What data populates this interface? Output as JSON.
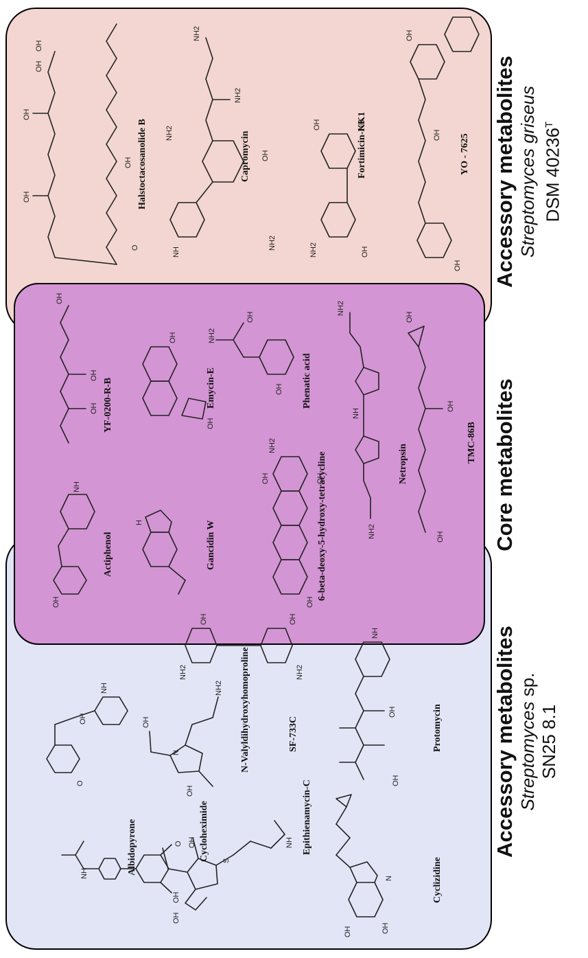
{
  "groups": {
    "left": {
      "title": "Accessory metabolites",
      "organism": "Streptomyces",
      "organism_suffix": " sp.",
      "strain": "SN25  8.1"
    },
    "middle": {
      "title": "Core metabolites"
    },
    "right": {
      "title": "Accessory metabolites",
      "organism": "Streptomyces griseus",
      "strain": "DSM 40236",
      "strain_sup": "T"
    }
  },
  "compounds": {
    "left": [
      "Albidopyrone",
      "Epithienamycin-C",
      "N-Valyldihydroxyhomoproline",
      "Cycloheximide",
      "SF-733C",
      "Cyclizidine",
      "Protomycin"
    ],
    "middle": [
      "Actiphenol",
      "YF-0200-R-B",
      "Gancidin W",
      "Emycin-E",
      "Phenatic acid",
      "6-beta-deoxy-5-hydroxy-tetracycline",
      "Netropsin",
      "TMC-86B"
    ],
    "right": [
      "Halstoctacosanolide B",
      "Capromycin",
      "Fortimicin-KK1",
      "YO - 7625"
    ]
  },
  "atom_labels": {
    "hydroxyl": "OH",
    "amine": "NH2",
    "imine": "NH",
    "oxygen": "O",
    "nitrogen": "N",
    "hydrogen": "H",
    "sulfur": "S"
  },
  "colors": {
    "left_panel": "#e2e5f6",
    "middle_panel": "#d495d4",
    "right_panel": "#f3d6d1"
  }
}
